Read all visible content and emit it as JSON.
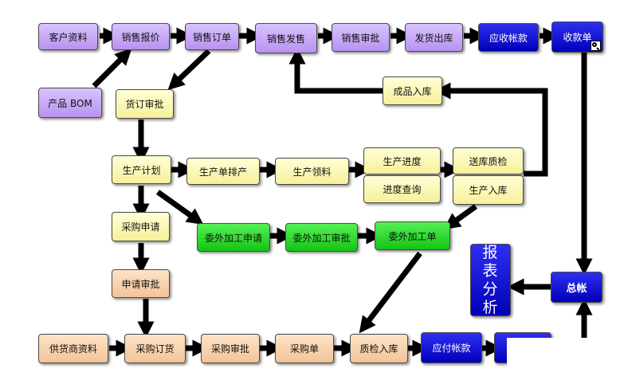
{
  "diagram": {
    "nodes": {
      "customer_data": "客户资料",
      "sales_quote": "销售报价",
      "sales_order": "销售订单",
      "sales_ship": "销售发售",
      "sales_review": "销售审批",
      "ship_out": "发货出库",
      "receivable": "应收帐款",
      "receipt": "收款单",
      "product_bom": "产品 BOM",
      "order_review": "货订审批",
      "finished_in": "成品入库",
      "prod_plan": "生产计划",
      "prod_schedule": "生产单排产",
      "prod_pick": "生产领料",
      "prod_progress": "生产进度",
      "progress_query": "进度查询",
      "send_qc": "送库质检",
      "prod_in": "生产入库",
      "purchase_request": "采购申请",
      "outsource_request": "委外加工申请",
      "outsource_review": "委外加工审批",
      "outsource_order": "委外加工单",
      "request_review": "申请审批",
      "report_chars": [
        "报",
        "表",
        "分",
        "析"
      ],
      "ledger": "总帐",
      "supplier_data": "供货商资料",
      "purchase_order_goods": "采购订货",
      "purchase_review": "采购审批",
      "purchase_order": "采购单",
      "qc_in": "质检入库",
      "payable": "应付帐款"
    },
    "colors": {
      "purple": "#c9a9f7",
      "yellow": "#fbf6b4",
      "peach": "#f8d2ae",
      "green": "#22d622",
      "blue": "#0000d0",
      "arrow": "#000000"
    },
    "icons": [
      "magnifier-icon"
    ]
  }
}
